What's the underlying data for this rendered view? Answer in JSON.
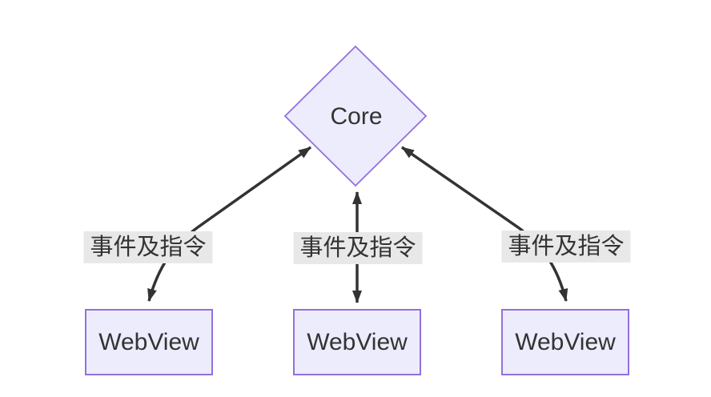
{
  "diagram": {
    "core": {
      "label": "Core"
    },
    "webviews": [
      {
        "label": "WebView"
      },
      {
        "label": "WebView"
      },
      {
        "label": "WebView"
      }
    ],
    "edges": [
      {
        "label": "事件及指令",
        "from": "WebView",
        "to": "Core",
        "bidirectional": true
      },
      {
        "label": "事件及指令",
        "from": "WebView",
        "to": "Core",
        "bidirectional": true
      },
      {
        "label": "事件及指令",
        "from": "WebView",
        "to": "Core",
        "bidirectional": true
      }
    ],
    "colors": {
      "node_fill": "#ECECFC",
      "node_border": "#9370DB",
      "edge_stroke": "#333333",
      "edge_label_bg": "#E8E8E8",
      "text": "#333333",
      "background": "#FFFFFF"
    }
  }
}
